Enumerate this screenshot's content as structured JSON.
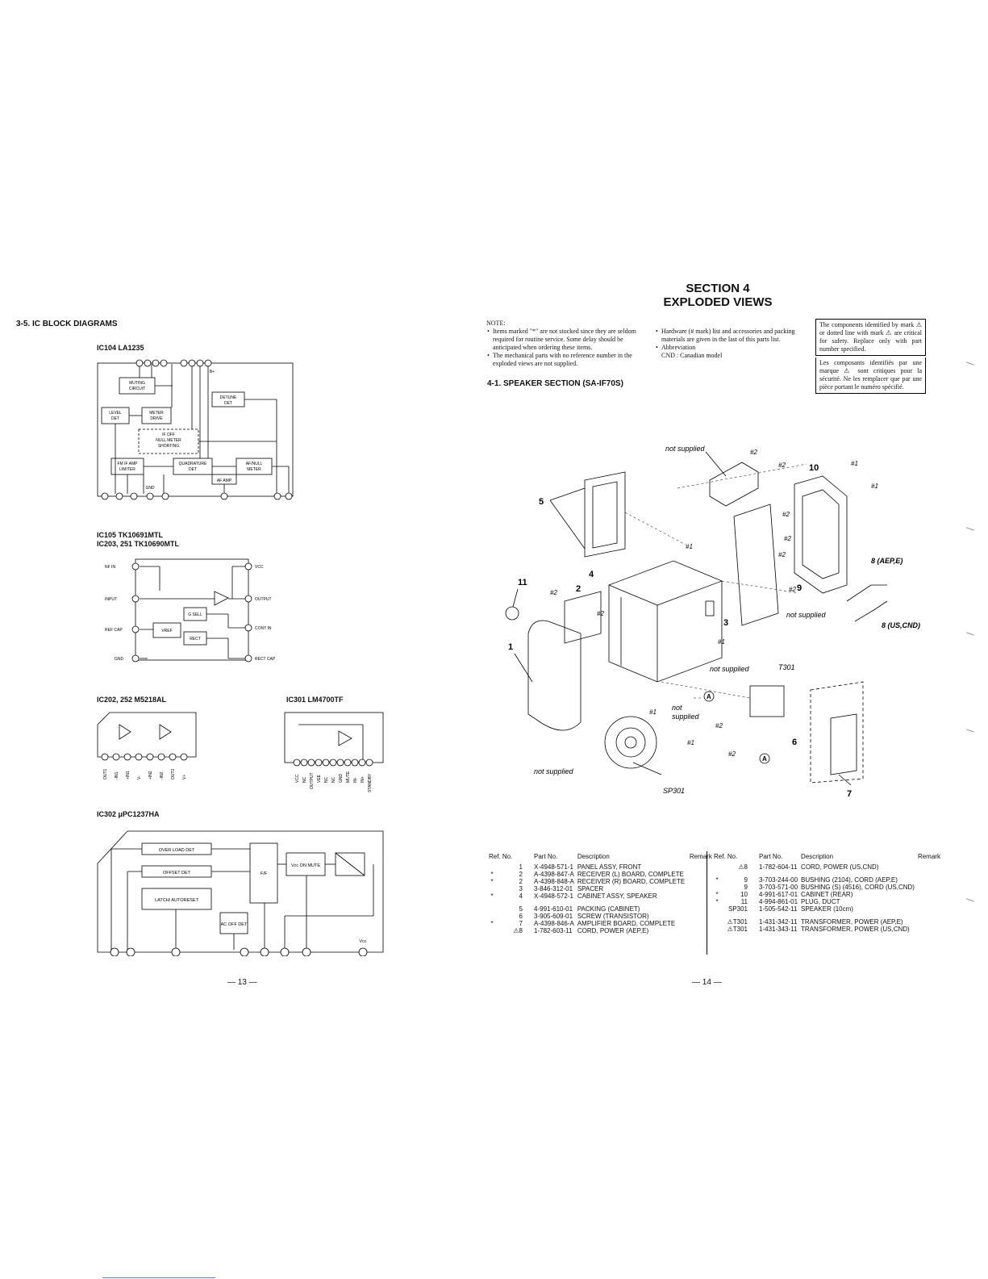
{
  "left": {
    "section_heading": "3-5. IC BLOCK DIAGRAMS",
    "ic104": {
      "title": "IC104 LA1235",
      "blocks": [
        "MUTING CIRCUIT",
        "LEVEL DET",
        "METER DRIVE",
        "DETUNE DET",
        "IF OFF NULL METER SHORTING",
        "FM IF AMP LIMITER",
        "QUADRATURE DET",
        "AF/NULL METER",
        "AF AMP"
      ],
      "labels": {
        "bplus": "B+",
        "gnd": "GND"
      }
    },
    "ic105": {
      "title1": "IC105 TK10691MTL",
      "title2": "IC203, 251 TK10690MTL",
      "pins_left": [
        "NF IN",
        "INPUT",
        "REF CAP",
        "GND"
      ],
      "pins_right": [
        "VCC",
        "OUTPUT",
        "CONT IN",
        "RECT CAP"
      ],
      "blocks": [
        "VREF",
        "G SELL",
        "RECT"
      ]
    },
    "ic202": {
      "title": "IC202, 252 M5218AL",
      "pins": [
        "OUT1",
        "-IN1",
        "+IN1",
        "V-",
        "+IN2",
        "-IN2",
        "OUT2",
        "V+"
      ]
    },
    "ic301": {
      "title": "IC301 LM4700TF",
      "pins": [
        "VCC",
        "NC",
        "OUTPUT",
        "VEE",
        "NC",
        "NC",
        "GND",
        "MUTE",
        "IN-",
        "IN+",
        "STANDBY"
      ]
    },
    "ic302": {
      "title": "IC302 μPC1237HA",
      "blocks": [
        "OVER LOAD DET",
        "OFFSET DET",
        "LATCH/ AUTORESET",
        "F/F",
        "Vcc ON MUTE",
        "AC OFF DET"
      ],
      "vcc": "Vcc"
    },
    "page_number": "— 13 —"
  },
  "right": {
    "section_line1": "SECTION 4",
    "section_line2": "EXPLODED VIEWS",
    "note_heading": "NOTE:",
    "notes_col1": [
      "Items marked \"*\" are not stocked since they are seldom required for routine service. Some delay should be anticipated when ordering these items.",
      "The mechanical parts with no reference number in the exploded views are not supplied."
    ],
    "notes_col2": [
      "Hardware (# mark) list and accessories and packing materials are given in the last of this parts list.",
      "Abbreviation"
    ],
    "abbrev": "CND : Canadian model",
    "warning_en": "The components identified by mark ⚠ or dotted line with mark ⚠ are critical for safety. Replace only with part number specified.",
    "warning_fr": "Les composants identifiés par une marque ⚠ sont critiques pour la sécurité. Ne les remplacer que par une pièce portant le numéro spécifié.",
    "subsection": "4-1. SPEAKER SECTION (SA-IF70S)",
    "diagram_labels": {
      "not_supplied": "not supplied",
      "hash1": "#1",
      "hash2": "#2",
      "sp301": "SP301",
      "t301": "T301",
      "a": "A",
      "l1": "1",
      "l2": "2",
      "l3": "3",
      "l4": "4",
      "l5": "5",
      "l6": "6",
      "l7": "7",
      "l8a": "8 (AEP,E)",
      "l8b": "8 (US,CND)",
      "l9": "9",
      "l10": "10",
      "l11": "11"
    },
    "table_headers": {
      "ref": "Ref. No.",
      "part": "Part No.",
      "desc": "Description",
      "remark": "Remark"
    },
    "parts_left": [
      {
        "mark": "",
        "ref": "1",
        "part": "X-4948-571-1",
        "desc": "PANEL ASSY, FRONT",
        "gap": false
      },
      {
        "mark": "*",
        "ref": "2",
        "part": "A-4398-847-A",
        "desc": "RECEIVER (L) BOARD, COMPLETE",
        "gap": false
      },
      {
        "mark": "*",
        "ref": "2",
        "part": "A-4398-848-A",
        "desc": "RECEIVER (R) BOARD, COMPLETE",
        "gap": false
      },
      {
        "mark": "",
        "ref": "3",
        "part": "3-846-312-01",
        "desc": "SPACER",
        "gap": false
      },
      {
        "mark": "*",
        "ref": "4",
        "part": "X-4948-572-1",
        "desc": "CABINET ASSY, SPEAKER",
        "gap": false
      },
      {
        "mark": "",
        "ref": "5",
        "part": "4-991-610-01",
        "desc": "PACKING (CABINET)",
        "gap": true
      },
      {
        "mark": "",
        "ref": "6",
        "part": "3-905-609-01",
        "desc": "SCREW (TRANSISTOR)",
        "gap": false
      },
      {
        "mark": "*",
        "ref": "7",
        "part": "A-4398-846-A",
        "desc": "AMPLIFIER BOARD, COMPLETE",
        "gap": false
      },
      {
        "mark": "",
        "ref": "⚠8",
        "part": "1-782-603-11",
        "desc": "CORD, POWER (AEP,E)",
        "gap": false
      }
    ],
    "parts_right": [
      {
        "mark": "",
        "ref": "⚠8",
        "part": "1-782-604-11",
        "desc": "CORD, POWER (US,CND)",
        "gap": false
      },
      {
        "mark": "*",
        "ref": "9",
        "part": "3-703-244-00",
        "desc": "BUSHING (2104), CORD (AEP,E)",
        "gap": true
      },
      {
        "mark": "",
        "ref": "9",
        "part": "3-703-571-00",
        "desc": "BUSHING (S) (4516), CORD (US,CND)",
        "gap": false
      },
      {
        "mark": "*",
        "ref": "10",
        "part": "4-991-617-01",
        "desc": "CABINET (REAR)",
        "gap": false
      },
      {
        "mark": "*",
        "ref": "11",
        "part": "4-994-861-01",
        "desc": "PLUG, DUCT",
        "gap": false
      },
      {
        "mark": "",
        "ref": "SP301",
        "part": "1-505-542-11",
        "desc": "SPEAKER (10cm)",
        "gap": false
      },
      {
        "mark": "",
        "ref": "⚠T301",
        "part": "1-431-342-11",
        "desc": "TRANSFORMER, POWER (AEP,E)",
        "gap": true
      },
      {
        "mark": "",
        "ref": "⚠T301",
        "part": "1-431-343-11",
        "desc": "TRANSFORMER, POWER (US,CND)",
        "gap": false
      }
    ],
    "page_number": "— 14 —"
  }
}
